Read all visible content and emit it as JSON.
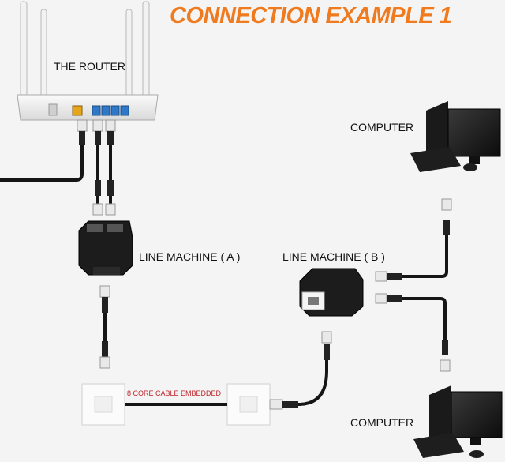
{
  "title": "CONNECTION EXAMPLE 1",
  "labels": {
    "router": "THE ROUTER",
    "computer_top": "COMPUTER",
    "computer_bottom": "COMPUTER",
    "line_machine_a": "LINE MACHINE ( A )",
    "line_machine_b": "LINE MACHINE ( B )",
    "cable": "8 CORE CABLE EMBEDDED"
  },
  "colors": {
    "title": "#f07a1e",
    "cable_label": "#c0242b",
    "cable": "#151515",
    "router_body": "#eaeaea",
    "port_blue": "#2f78c8",
    "port_yellow": "#e7a51c"
  }
}
